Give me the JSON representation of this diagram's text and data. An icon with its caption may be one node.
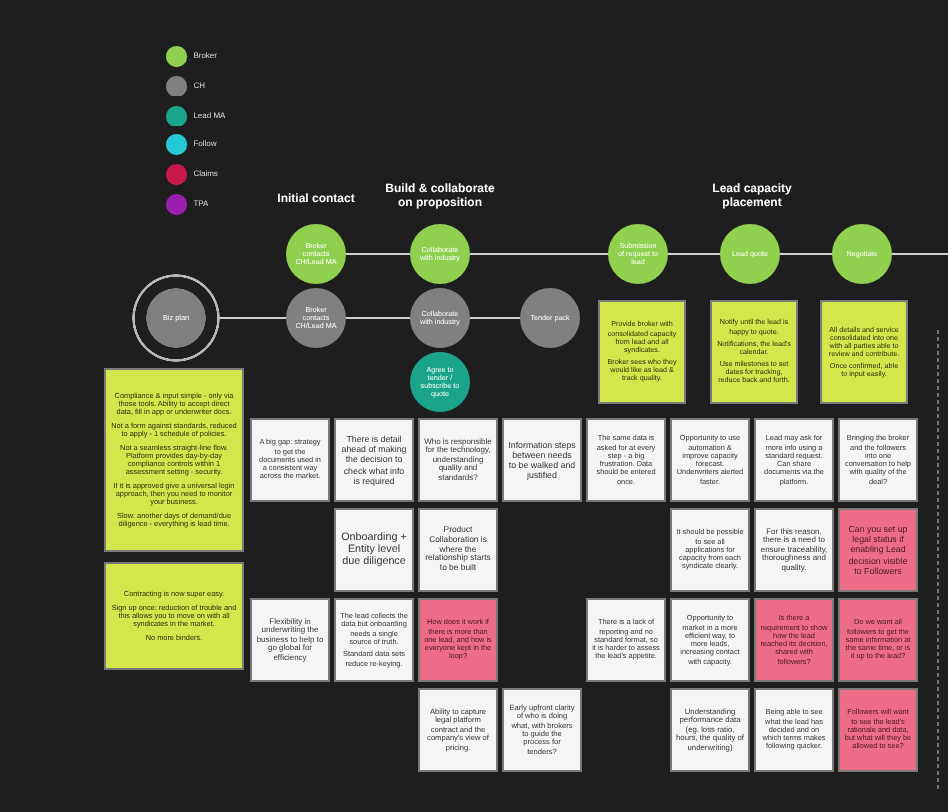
{
  "diagram": {
    "nodes": [
      {
        "text": [
          "Biz plan"
        ]
      },
      {
        "text": [
          "Broker contacts CH/Lead MA"
        ]
      },
      {
        "text": [
          "Broker contacts CH/Lead MA"
        ]
      },
      {
        "text": [
          "Collaborate with industry"
        ]
      },
      {
        "text": [
          "Collaborate with industry"
        ]
      },
      {
        "text": [
          "Agree to tender / subscribe to quote"
        ]
      },
      {
        "text": [
          "Tender pack"
        ]
      },
      {
        "text": [
          "Submission of request to lead"
        ]
      },
      {
        "text": [
          "Lead quote"
        ]
      },
      {
        "text": [
          "Negotiate"
        ]
      },
      {
        "text": [
          "Compliance & input simple - only via those tools. Ability to accept direct data, fill in app or underwriter docs.",
          "Not a form against standards, reduced to apply - 1 schedule of policies.",
          "Not a seamless straight-line flow. Platform provides day-by-day compliance controls within 1 assessment setting - security.",
          "If it is approved give a universal login approach, then you need to monitor your business.",
          "Slow: another days of demand/due diligence - everything is lead time."
        ]
      },
      {
        "text": [
          "Contracting is now super easy.",
          "Sign up once: reduction of trouble and this allows you to move on with all syndicates in the market.",
          "No more binders."
        ]
      },
      {
        "text": [
          "Provide broker with consolidated capacity from lead and all syndicates.",
          "Broker sees who they would like as lead & track quality."
        ]
      },
      {
        "text": [
          "Notify until the lead is happy to quote.",
          "Notifications, the lead's calendar.",
          "Use milestones to set dates for tracking, reduce back and forth."
        ]
      },
      {
        "text": [
          "All details and service consolidated into one with all parties able to review and contribute.",
          "Once confirmed, able to input easily."
        ]
      },
      {
        "text": [
          "A big gap: strategy to get the documents used in a consistent way across the market."
        ]
      },
      {
        "text": [
          "There is detail ahead of making the decision to check what info is required"
        ]
      },
      {
        "text": [
          "Who is responsible for the technology, understanding quality and standards?"
        ]
      },
      {
        "text": [
          "Information steps between needs to be walked and justified"
        ]
      },
      {
        "text": [
          "The same data is asked for at every step - a big frustration. Data should be entered once."
        ]
      },
      {
        "text": [
          "Opportunity to use automation & improve capacity forecast. Underwriters alerted faster."
        ]
      },
      {
        "text": [
          "Lead may ask for more info using a standard request. Can share documents via the platform."
        ]
      },
      {
        "text": [
          "Bringing the broker and the followers into one conversation to help with quality of the deal?"
        ]
      },
      {
        "text": [
          "Onboarding + Entity level due diligence"
        ]
      },
      {
        "text": [
          "Product Collaboration is where the relationship starts to be built"
        ]
      },
      {
        "text": [
          "It should be possible to see all applications for capacity from each syndicate clearly."
        ]
      },
      {
        "text": [
          "Can you set up legal status if enabling Lead decision visible to Followers"
        ]
      },
      {
        "text": [
          "For this reason, there is a need to ensure traceability, thoroughness and quality."
        ]
      },
      {
        "text": [
          "There is a lack of reporting and no standard format, so it is harder to assess the lead's appetite."
        ]
      },
      {
        "text": [
          "Opportunity to market in a more efficient way, to more leads, increasing contact with capacity."
        ]
      },
      {
        "text": [
          "Do we want all followers to get the same information at the same time, or is it up to the lead?"
        ]
      },
      {
        "text": [
          "Is there a requirement to show how the lead reached its decision, shared with followers?"
        ]
      },
      {
        "text": [
          "Flexibility in underwriting the business to help to go global for efficiency"
        ]
      },
      {
        "text": [
          "The lead collects the data but onboarding needs a single source of truth.",
          "Standard data sets reduce re-keying."
        ]
      },
      {
        "text": [
          "How does it work if there is more than one lead, and how is everyone kept in the loop?"
        ]
      },
      {
        "text": [
          "Being able to see what the lead has decided and on which terms makes following quicker."
        ]
      },
      {
        "text": [
          "Followers will want to see the lead's rationale and data, but what will they be allowed to see?"
        ]
      },
      {
        "text": [
          "Ability to capture legal platform contract and the company's view of pricing."
        ]
      },
      {
        "text": [
          "Early upfront clarity of who is doing what, with brokers to guide the process for tenders?"
        ]
      },
      {
        "text": [
          "Understanding performance data (eg. loss ratio, hours, the quality of underwriting)"
        ]
      }
    ],
    "edges": [
      {
        "from": 0,
        "to": 2,
        "arrow": "none"
      },
      {
        "from": 2,
        "to": 4,
        "arrow": "none"
      },
      {
        "from": 4,
        "to": 6,
        "arrow": "none"
      },
      {
        "from": 1,
        "to": 3,
        "arrow": "none"
      },
      {
        "from": 3,
        "to": 7,
        "arrow": "none"
      },
      {
        "from": 7,
        "to": 8,
        "arrow": "none"
      },
      {
        "from": 8,
        "to": 9,
        "arrow": "none"
      },
      {
        "from": 9,
        "to": null,
        "arrow": "none"
      }
    ],
    "labels": [
      "Initial contact",
      "Build & collaborate on proposition",
      "Lead capacity placement"
    ],
    "legend": [
      {
        "text": "Broker",
        "color": "#8fd14f"
      },
      {
        "text": "CH",
        "color": "#808080"
      },
      {
        "text": "Lead MA",
        "color": "#1aa58b"
      },
      {
        "text": "Follow",
        "color": "#25c9d6"
      },
      {
        "text": "Claims",
        "color": "#c8174a"
      },
      {
        "text": "TPA",
        "color": "#9a1fb0"
      }
    ]
  }
}
